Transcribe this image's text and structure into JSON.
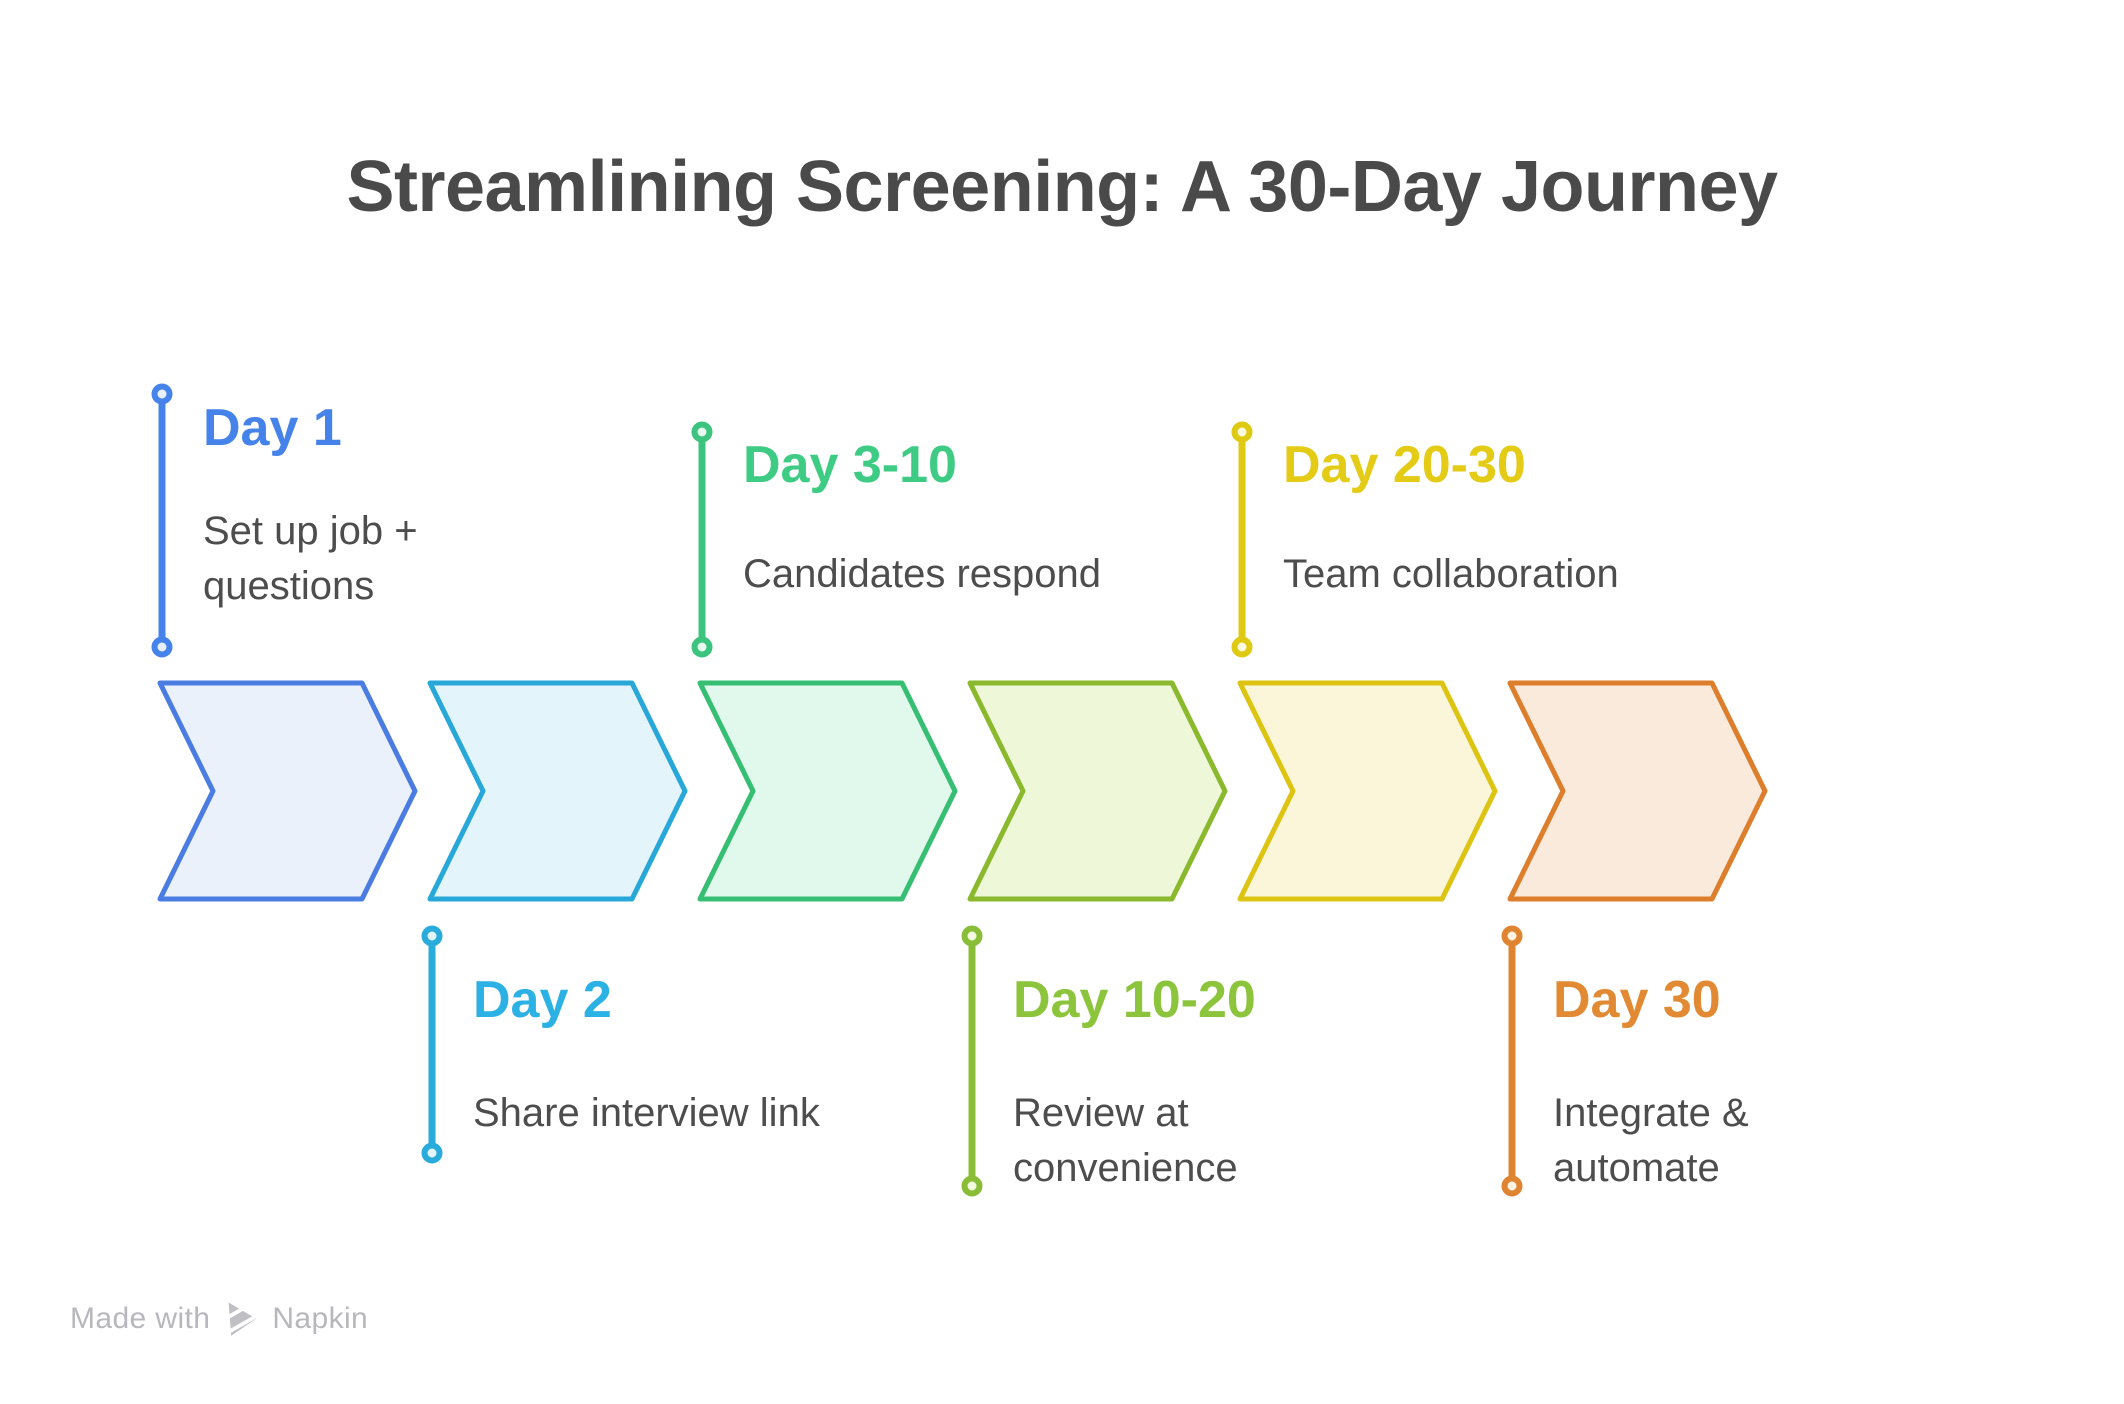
{
  "title": "Streamlining Screening: A 30-Day Journey",
  "title_color": "#4a4a4a",
  "description_color": "#4d4d4d",
  "watermark": {
    "made_with_label": "Made with",
    "brand_label": "Napkin",
    "color": "#b7b7bd"
  },
  "steps": [
    {
      "id": "day-1",
      "label": "Day 1",
      "description_lines": [
        "Set up job +",
        "questions"
      ],
      "side": "above",
      "label_color": "#4583ea",
      "line_color": "#4583ea",
      "chevron_stroke": "#4a7ce1",
      "chevron_fill": "#ebf1fb",
      "circle_fill": "#e8effc"
    },
    {
      "id": "day-2",
      "label": "Day 2",
      "description_lines": [
        "Share interview link"
      ],
      "side": "below",
      "label_color": "#2bb1e4",
      "line_color": "#29abdb",
      "chevron_stroke": "#27a8d8",
      "chevron_fill": "#e4f4fb",
      "circle_fill": "#e3f4fb"
    },
    {
      "id": "day-3-10",
      "label": "Day 3-10",
      "description_lines": [
        "Candidates respond"
      ],
      "side": "above",
      "label_color": "#3ecc84",
      "line_color": "#3cc47e",
      "chevron_stroke": "#36bf73",
      "chevron_fill": "#e1f8ec",
      "circle_fill": "#e6fbef"
    },
    {
      "id": "day-10-20",
      "label": "Day 10-20",
      "description_lines": [
        "Review at",
        "convenience"
      ],
      "side": "below",
      "label_color": "#8cc43c",
      "line_color": "#8abd37",
      "chevron_stroke": "#8ab92e",
      "chevron_fill": "#eff7d9",
      "circle_fill": "#f1fadf"
    },
    {
      "id": "day-20-30",
      "label": "Day 20-30",
      "description_lines": [
        "Team collaboration"
      ],
      "side": "above",
      "label_color": "#e3cb16",
      "line_color": "#dfc913",
      "chevron_stroke": "#ddc413",
      "chevron_fill": "#fbf6d9",
      "circle_fill": "#fdfadf"
    },
    {
      "id": "day-30",
      "label": "Day 30",
      "description_lines": [
        "Integrate &",
        "automate"
      ],
      "side": "below",
      "label_color": "#e28a33",
      "line_color": "#df8430",
      "chevron_stroke": "#dd7e2c",
      "chevron_fill": "#faeadc",
      "circle_fill": "#fdf3e3"
    }
  ]
}
